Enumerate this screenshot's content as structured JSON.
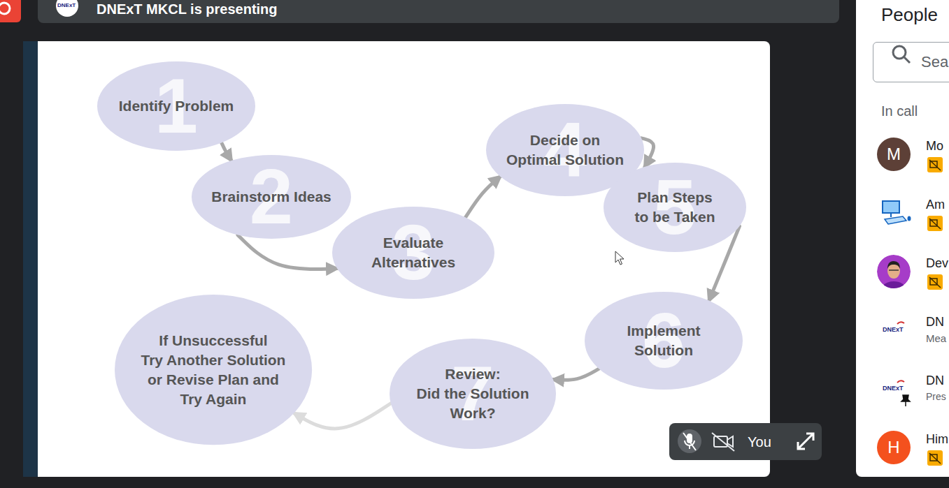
{
  "diagram": {
    "nodes": [
      {
        "text": [
          "DNExT MKCL is presenting"
        ]
      },
      {
        "text": [
          "Sea"
        ]
      },
      {
        "text": [
          "1",
          "Identify Problem"
        ]
      },
      {
        "text": [
          "2",
          "Brainstorm Ideas"
        ]
      },
      {
        "text": [
          "3",
          "Evaluate Alternatives"
        ]
      },
      {
        "text": [
          "4",
          "Decide on Optimal Solution"
        ]
      },
      {
        "text": [
          "5",
          "Plan Steps to be Taken"
        ]
      },
      {
        "text": [
          "6",
          "Implement Solution"
        ]
      },
      {
        "text": [
          "7",
          "Review: Did the Solution Work?"
        ]
      },
      {
        "text": [
          "If Unsuccessful Try Another Solution or Revise Plan and Try Again"
        ]
      },
      {
        "text": [
          "M"
        ]
      },
      {
        "text": [
          "H"
        ]
      },
      {
        "text": [
          "You"
        ]
      }
    ],
    "edges": [
      {
        "from": 2,
        "to": 3,
        "arrow": "to"
      },
      {
        "from": 3,
        "to": 4,
        "arrow": "to"
      },
      {
        "from": 4,
        "to": 5,
        "arrow": "to"
      },
      {
        "from": 5,
        "to": 6,
        "arrow": "to"
      },
      {
        "from": 6,
        "to": 7,
        "arrow": "to"
      },
      {
        "from": 7,
        "to": 8,
        "arrow": "to"
      },
      {
        "from": 8,
        "to": 9,
        "arrow": "to"
      }
    ],
    "labels": [
      "DNExT",
      "People",
      "In call",
      "Mo",
      "Am",
      "Dev",
      "DNExT",
      "DN",
      "Mea",
      "DNExT",
      "DN",
      "Pres",
      "Him"
    ]
  }
}
